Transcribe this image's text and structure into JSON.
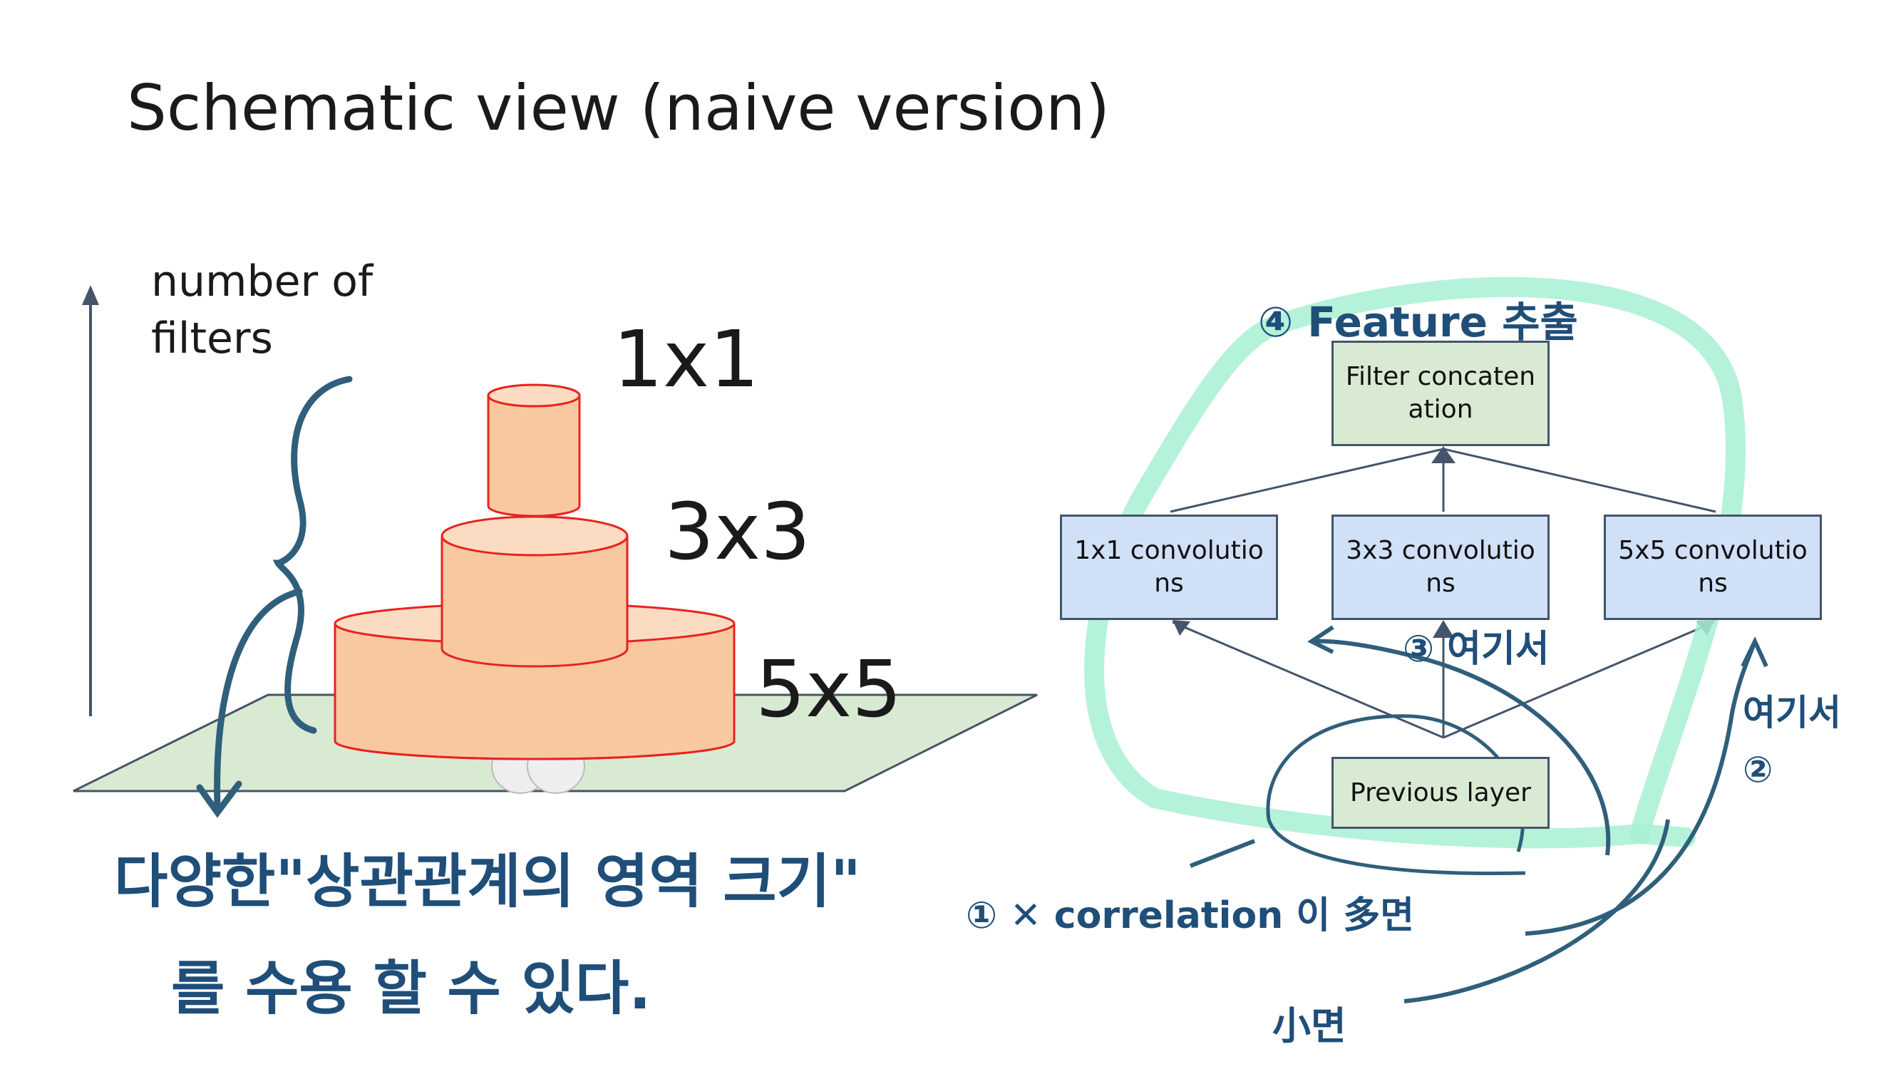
{
  "title": "Schematic view (naive version)",
  "axis": {
    "label": "number of\nfilters"
  },
  "cylinders": [
    {
      "label": "1x1"
    },
    {
      "label": "3x3"
    },
    {
      "label": "5x5"
    }
  ],
  "network": {
    "top": "Filter concaten ation",
    "branches": [
      "1x1 convolutio ns",
      "3x3 convolutio ns",
      "5x5 convolutio ns"
    ],
    "bottom": "Previous layer"
  },
  "annotations": {
    "left_line1": "다양한\"상관관계의 영역 크기\"",
    "left_line2": "를  수용 할 수 있다.",
    "feature": "④ Feature 추출",
    "here3": "③ 여기서",
    "here2": "여기서 ②",
    "corr": "① ✕ correlation 이 多면",
    "small": "小면"
  },
  "colors": {
    "cylinder_fill": "#f8c9a0",
    "cylinder_stroke": "#e8231e",
    "plane": "#d9ead3",
    "highlight": "#a8f0d3",
    "ink": "#1f4e79"
  }
}
